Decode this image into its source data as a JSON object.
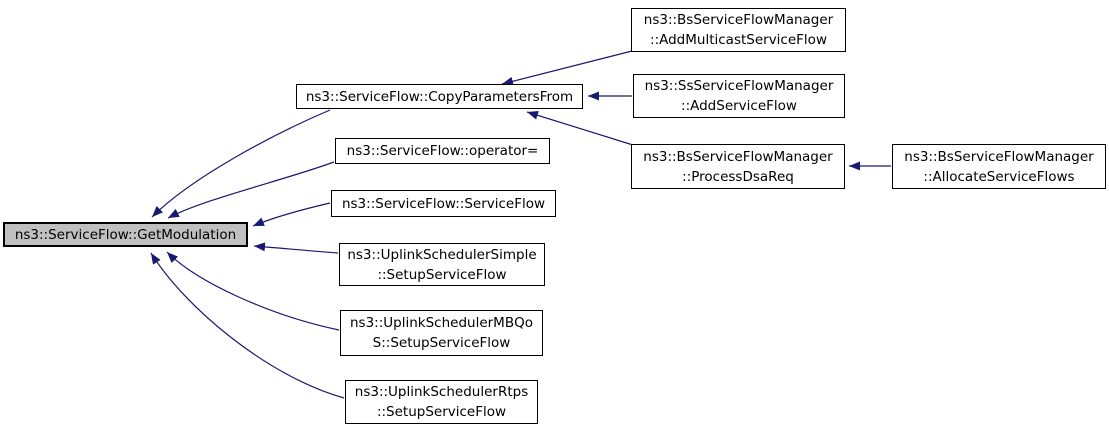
{
  "graph": {
    "kind": "caller-graph",
    "colors": {
      "edge": "#191970",
      "node_border": "#000000",
      "node_fill": "#ffffff",
      "focus_node_fill": "#c0c0c0"
    },
    "nodes": [
      {
        "id": "get-modulation",
        "focus": true,
        "lines": [
          "ns3::ServiceFlow::GetModulation"
        ]
      },
      {
        "id": "copy-parameters-from",
        "focus": false,
        "lines": [
          "ns3::ServiceFlow::CopyParametersFrom"
        ]
      },
      {
        "id": "operator-assign",
        "focus": false,
        "lines": [
          "ns3::ServiceFlow::operator="
        ]
      },
      {
        "id": "service-flow-constructor",
        "focus": false,
        "lines": [
          "ns3::ServiceFlow::ServiceFlow"
        ]
      },
      {
        "id": "uplink-scheduler-simple",
        "focus": false,
        "lines": [
          "ns3::UplinkSchedulerSimple",
          "::SetupServiceFlow"
        ]
      },
      {
        "id": "uplink-scheduler-mbqos",
        "focus": false,
        "lines": [
          "ns3::UplinkSchedulerMBQo",
          "S::SetupServiceFlow"
        ]
      },
      {
        "id": "uplink-scheduler-rtps",
        "focus": false,
        "lines": [
          "ns3::UplinkSchedulerRtps",
          "::SetupServiceFlow"
        ]
      },
      {
        "id": "bs-add-multicast-service-flow",
        "focus": false,
        "lines": [
          "ns3::BsServiceFlowManager",
          "::AddMulticastServiceFlow"
        ]
      },
      {
        "id": "ss-add-service-flow",
        "focus": false,
        "lines": [
          "ns3::SsServiceFlowManager",
          "::AddServiceFlow"
        ]
      },
      {
        "id": "bs-process-dsa-req",
        "focus": false,
        "lines": [
          "ns3::BsServiceFlowManager",
          "::ProcessDsaReq"
        ]
      },
      {
        "id": "bs-allocate-service-flows",
        "focus": false,
        "lines": [
          "ns3::BsServiceFlowManager",
          "::AllocateServiceFlows"
        ]
      }
    ],
    "edges": [
      {
        "from": "copy-parameters-from",
        "to": "get-modulation"
      },
      {
        "from": "operator-assign",
        "to": "get-modulation"
      },
      {
        "from": "service-flow-constructor",
        "to": "get-modulation"
      },
      {
        "from": "uplink-scheduler-simple",
        "to": "get-modulation"
      },
      {
        "from": "uplink-scheduler-mbqos",
        "to": "get-modulation"
      },
      {
        "from": "uplink-scheduler-rtps",
        "to": "get-modulation"
      },
      {
        "from": "bs-add-multicast-service-flow",
        "to": "copy-parameters-from"
      },
      {
        "from": "ss-add-service-flow",
        "to": "copy-parameters-from"
      },
      {
        "from": "bs-process-dsa-req",
        "to": "copy-parameters-from"
      },
      {
        "from": "bs-allocate-service-flows",
        "to": "bs-process-dsa-req"
      }
    ]
  }
}
